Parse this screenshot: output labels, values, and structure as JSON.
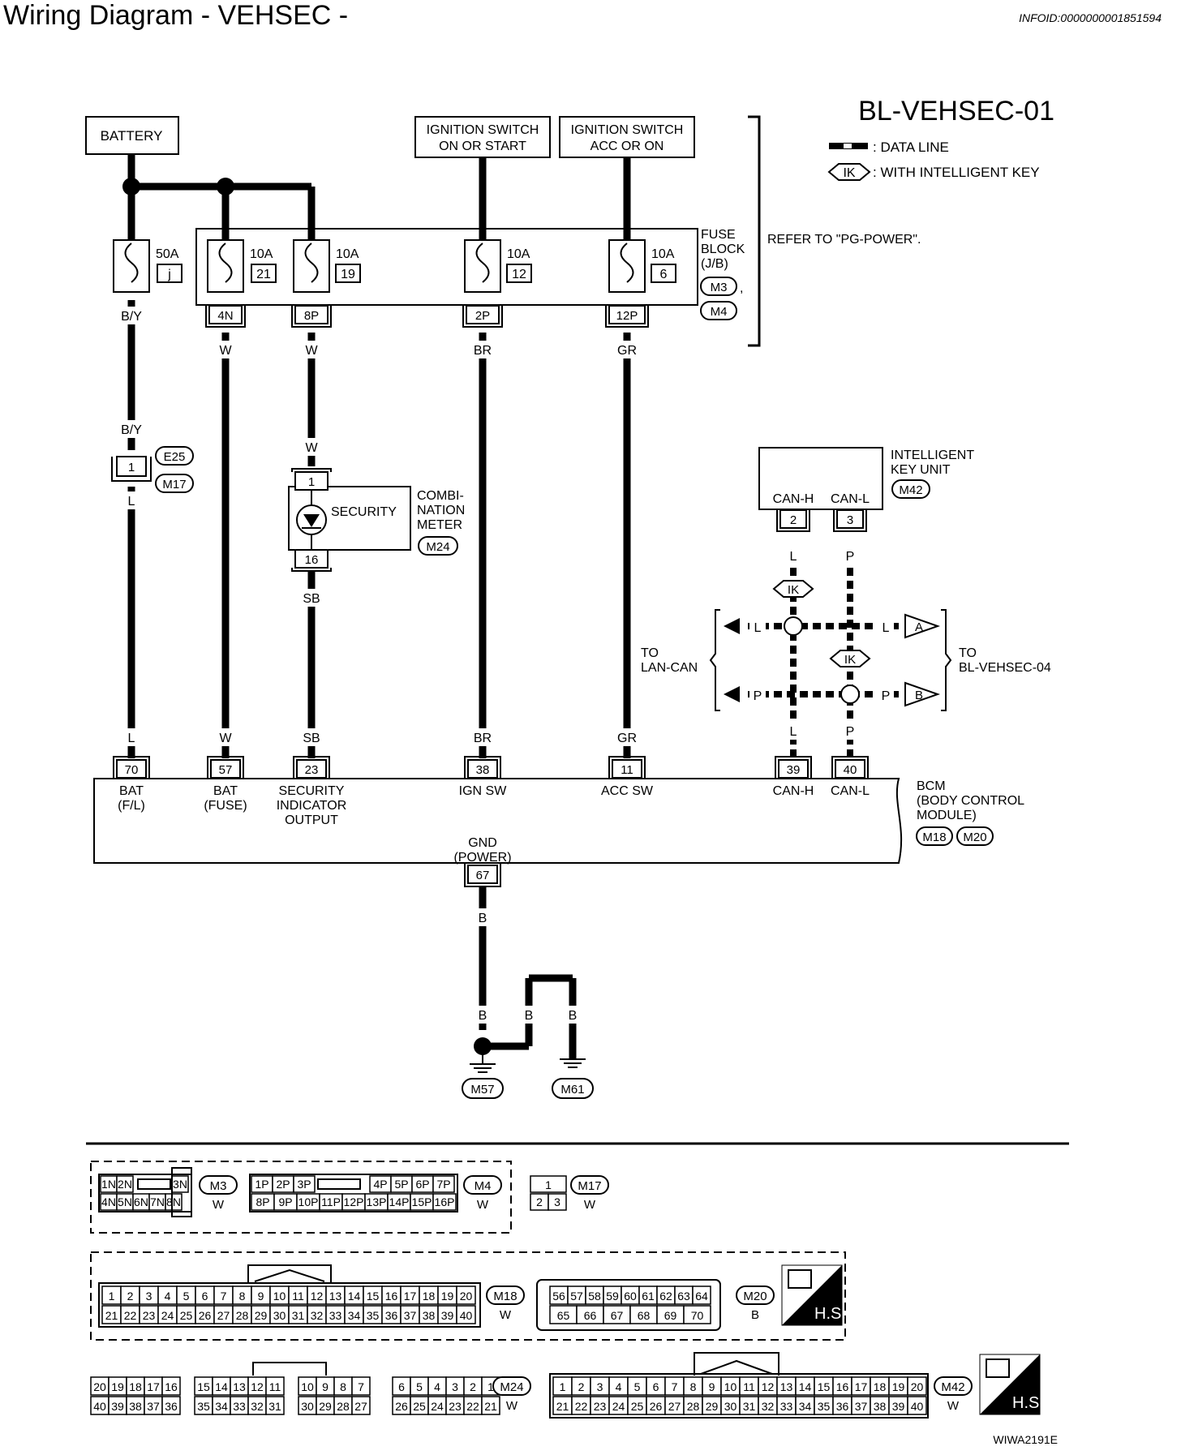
{
  "page_title": "Wiring Diagram - VEHSEC -",
  "info_id": "INFOID:0000000001851594",
  "diagram_code": "BL-VEHSEC-01",
  "figure_code": "WIWA2191E",
  "legend": {
    "data_line": ": DATA LINE",
    "ik_mark": "IK",
    "ik_text": ": WITH INTELLIGENT KEY"
  },
  "battery": "BATTERY",
  "ignition_on_start": [
    "IGNITION SWITCH",
    "ON OR START"
  ],
  "ignition_acc_on": [
    "IGNITION SWITCH",
    "ACC OR ON"
  ],
  "fuse_block": {
    "label": [
      "FUSE",
      "BLOCK",
      "(J/B)"
    ],
    "connectors": [
      "M3",
      "M4"
    ],
    "comma": ",",
    "refer": "REFER TO \"PG-POWER\"."
  },
  "fuses": [
    {
      "amp": "50A",
      "id": "j"
    },
    {
      "amp": "10A",
      "id": "21"
    },
    {
      "amp": "10A",
      "id": "19"
    },
    {
      "amp": "10A",
      "id": "12"
    },
    {
      "amp": "10A",
      "id": "6"
    }
  ],
  "fuse_terminals": [
    "4N",
    "8P",
    "2P",
    "12P"
  ],
  "wire_colors": {
    "by": "B/Y",
    "w": "W",
    "br": "BR",
    "gr": "GR",
    "l": "L",
    "sb": "SB",
    "p": "P",
    "b": "B"
  },
  "joint": {
    "pin": "1",
    "connectors": [
      "E25",
      "M17"
    ]
  },
  "combination_meter": {
    "pin_top": "1",
    "pin_bottom": "16",
    "lamp": "SECURITY",
    "label": [
      "COMBI-",
      "NATION",
      "METER"
    ],
    "connector": "M24"
  },
  "intelligent_key_unit": {
    "label": [
      "INTELLIGENT",
      "KEY UNIT"
    ],
    "connector": "M42",
    "pins": [
      {
        "name": "CAN-H",
        "pin": "2"
      },
      {
        "name": "CAN-L",
        "pin": "3"
      }
    ]
  },
  "to_lan_can": [
    "TO",
    "LAN-CAN"
  ],
  "to_vehsec": [
    "TO",
    "BL-VEHSEC-04"
  ],
  "offpage": [
    "A",
    "B"
  ],
  "bcm": {
    "label": [
      "BCM",
      "(BODY CONTROL",
      "MODULE)"
    ],
    "connectors": [
      "M18",
      "M20"
    ],
    "pins": [
      {
        "pin": "70",
        "label": [
          "BAT",
          "(F/L)"
        ]
      },
      {
        "pin": "57",
        "label": [
          "BAT",
          "(FUSE)"
        ]
      },
      {
        "pin": "23",
        "label": [
          "SECURITY",
          "INDICATOR",
          "OUTPUT"
        ]
      },
      {
        "pin": "38",
        "label": [
          "IGN SW"
        ]
      },
      {
        "pin": "11",
        "label": [
          "ACC SW"
        ]
      },
      {
        "pin": "39",
        "label": [
          "CAN-H"
        ]
      },
      {
        "pin": "40",
        "label": [
          "CAN-L"
        ]
      }
    ],
    "gnd_label": [
      "GND",
      "(POWER)"
    ],
    "gnd_pin": "67"
  },
  "grounds": [
    "M57",
    "M61"
  ],
  "connector_views": {
    "m3": {
      "id": "M3",
      "color": "W",
      "top": [
        "1N",
        "2N",
        "",
        "3N"
      ],
      "bottom": [
        "4N",
        "5N",
        "6N",
        "7N",
        "8N"
      ]
    },
    "m4": {
      "id": "M4",
      "color": "W",
      "top": [
        "1P",
        "2P",
        "3P",
        "",
        "4P",
        "5P",
        "6P",
        "7P"
      ],
      "bottom": [
        "8P",
        "9P",
        "10P",
        "11P",
        "12P",
        "13P",
        "14P",
        "15P",
        "16P"
      ]
    },
    "m17": {
      "id": "M17",
      "color": "W",
      "top": [
        "1"
      ],
      "bottom": [
        "2",
        "3"
      ]
    },
    "m18": {
      "id": "M18",
      "color": "W",
      "top": [
        "1",
        "2",
        "3",
        "4",
        "5",
        "6",
        "7",
        "8",
        "9",
        "10",
        "11",
        "12",
        "13",
        "14",
        "15",
        "16",
        "17",
        "18",
        "19",
        "20"
      ],
      "bottom": [
        "21",
        "22",
        "23",
        "24",
        "25",
        "26",
        "27",
        "28",
        "29",
        "30",
        "31",
        "32",
        "33",
        "34",
        "35",
        "36",
        "37",
        "38",
        "39",
        "40"
      ]
    },
    "m20": {
      "id": "M20",
      "color": "B",
      "top": [
        "56",
        "57",
        "58",
        "59",
        "60",
        "61",
        "62",
        "63",
        "64"
      ],
      "bottom": [
        "65",
        "66",
        "67",
        "68",
        "69",
        "70"
      ]
    },
    "m24": {
      "id": "M24",
      "color": "W",
      "top": [
        "20",
        "19",
        "18",
        "17",
        "16",
        "15",
        "14",
        "13",
        "12",
        "11",
        "10",
        "9",
        "8",
        "7",
        "6",
        "5",
        "4",
        "3",
        "2",
        "1"
      ],
      "bottom": [
        "40",
        "39",
        "38",
        "37",
        "36",
        "35",
        "34",
        "33",
        "32",
        "31",
        "30",
        "29",
        "28",
        "27",
        "26",
        "25",
        "24",
        "23",
        "22",
        "21"
      ]
    },
    "m42": {
      "id": "M42",
      "color": "W",
      "top": [
        "1",
        "2",
        "3",
        "4",
        "5",
        "6",
        "7",
        "8",
        "9",
        "10",
        "11",
        "12",
        "13",
        "14",
        "15",
        "16",
        "17",
        "18",
        "19",
        "20"
      ],
      "bottom": [
        "21",
        "22",
        "23",
        "24",
        "25",
        "26",
        "27",
        "28",
        "29",
        "30",
        "31",
        "32",
        "33",
        "34",
        "35",
        "36",
        "37",
        "38",
        "39",
        "40"
      ]
    }
  },
  "hs_label": "H.S."
}
